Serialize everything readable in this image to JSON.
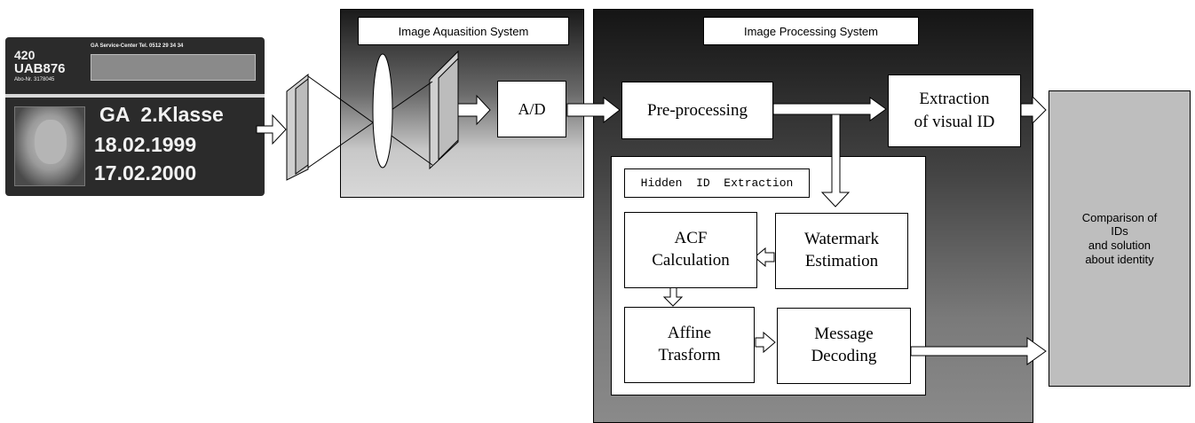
{
  "card": {
    "number": "420",
    "plate": "UAB876",
    "abo": "Abo-Nr. 3178045",
    "service": "GA Service-Center   Tel. 0512 29 34 34",
    "class_label": "GA  2.Klasse",
    "date_from": "18.02.1999",
    "date_to": "17.02.2000"
  },
  "acquisition": {
    "title": "Image Aquasition System"
  },
  "processing": {
    "title": "Image Processing System"
  },
  "blocks": {
    "ad": "A/D",
    "preprocessing": "Pre-processing",
    "visual_id": "Extraction\nof visual ID",
    "hidden_title": "Hidden  ID  Extraction",
    "acf": "ACF\nCalculation",
    "watermark": "Watermark\nEstimation",
    "affine": "Affine\nTrasform",
    "message": "Message\nDecoding",
    "comparison": "Comparison of\nIDs\nand solution\nabout identity"
  }
}
